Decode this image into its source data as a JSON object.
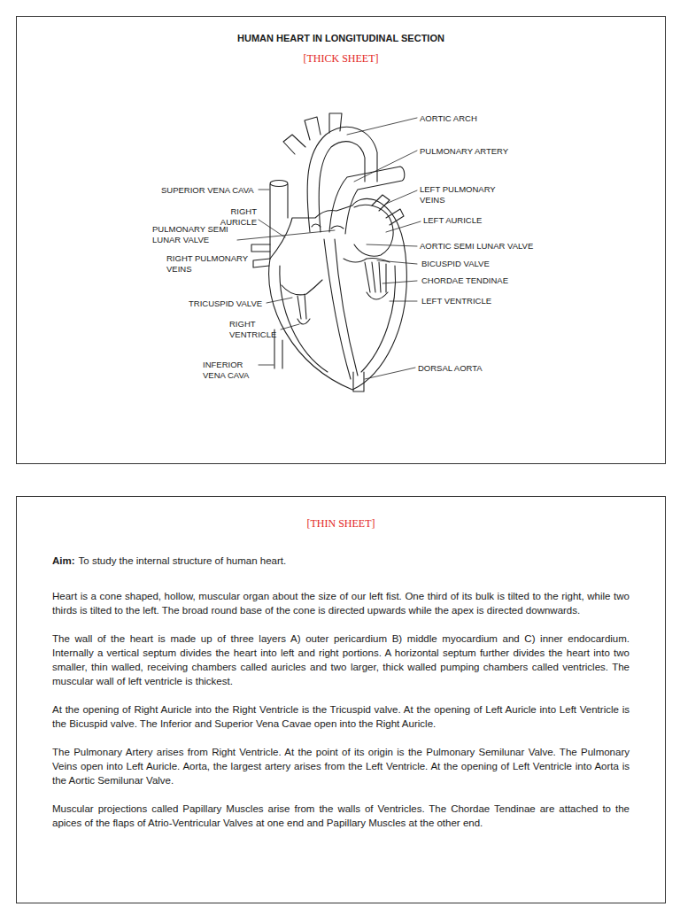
{
  "diagram": {
    "title": "HUMAN HEART IN LONGITUDINAL SECTION",
    "nodes": [
      {
        "text": [
          "[THICK SHEET]"
        ]
      },
      {
        "text": [
          "[THIN SHEET]",
          "Aim:",
          "To study the internal structure of human heart.",
          "Heart is a cone shaped, hollow, muscular organ about the size of our left fist. One third of its bulk is tilted to the right, while two thirds is tilted to the left. The broad round base of the cone is directed upwards while the apex is directed downwards.",
          "The wall of the heart is made up of three layers A) outer pericardium B) middle myocardium and C) inner endocardium. Internally a vertical septum divides the heart into left and right portions. A horizontal septum further divides the heart into two smaller, thin walled, receiving chambers called auricles and two larger, thick walled pumping chambers called ventricles. The muscular wall of left ventricle is thickest.",
          "At the opening of Right Auricle into the Right Ventricle is the Tricuspid valve. At the opening of Left Auricle into Left Ventricle is the Bicuspid valve. The Inferior and Superior Vena Cavae open into the Right Auricle.",
          "The Pulmonary Artery arises from Right Ventricle. At the point of its origin is the Pulmonary Semilunar Valve. The Pulmonary Veins open into Left Auricle. Aorta, the largest artery arises from the Left Ventricle. At the opening of Left Ventricle into Aorta is the Aortic Semilunar Valve.",
          "Muscular projections called Papillary Muscles arise from the walls of Ventricles. The Chordae Tendinae are attached to the apices of the flaps of Atrio-Ventricular Valves at one end and Papillary Muscles at the other end."
        ]
      }
    ],
    "labels": [
      "AORTIC ARCH",
      "PULMONARY ARTERY",
      "SUPERIOR VENA CAVA",
      "LEFT PULMONARY VEINS",
      "RIGHT AURICLE",
      "LEFT AURICLE",
      "PULMONARY SEMI LUNAR VALVE",
      "AORTIC SEMI LUNAR VALVE",
      "RIGHT PULMONARY VEINS",
      "BICUSPID VALVE",
      "CHORDAE TENDINAE",
      "TRICUSPID VALVE",
      "LEFT VENTRICLE",
      "RIGHT VENTRICLE",
      "INFERIOR VENA CAVA",
      "DORSAL AORTA"
    ]
  }
}
